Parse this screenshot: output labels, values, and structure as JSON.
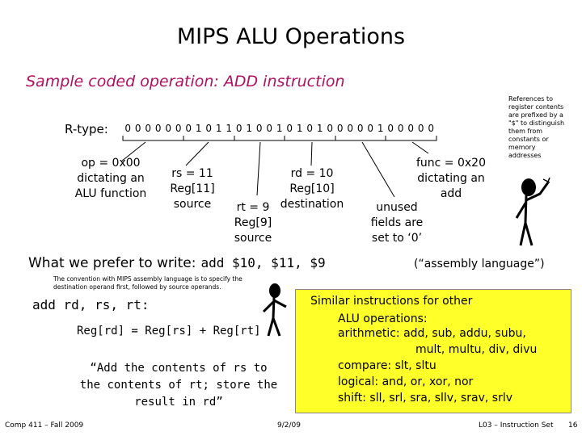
{
  "slide": {
    "title": "MIPS ALU Operations",
    "subtitle": "Sample coded operation:  ADD instruction",
    "ref_note": "References to register contents are prefixed by a \"$\" to distinguish them from constants or memory addresses",
    "rtype_label": "R-type:",
    "bits": [
      "0",
      "0",
      "0",
      "0",
      "0",
      "0",
      "0",
      "1",
      "0",
      "1",
      "1",
      "0",
      "1",
      "0",
      "0",
      "1",
      "0",
      "1",
      "0",
      "1",
      "0",
      "0",
      "0",
      "0",
      "0",
      "1",
      "0",
      "0",
      "0",
      "0",
      "0"
    ],
    "op_label": [
      "op = 0x00",
      "dictating an",
      "ALU function"
    ],
    "rs_label": [
      "rs = 11",
      "Reg[11]",
      "source"
    ],
    "rt_label": [
      "rt = 9",
      "Reg[9]",
      "source"
    ],
    "rd_label": [
      "rd = 10",
      "Reg[10]",
      "destination"
    ],
    "unused_label": [
      "unused",
      "fields are",
      "set to ‘0’"
    ],
    "func_label": [
      "func = 0x20",
      "dictating an",
      "add"
    ],
    "prefer_text": "What we prefer to write:",
    "prefer_code": "add $10, $11, $9",
    "assembly_note": "(“assembly language”)",
    "convention_note": "The convention with MIPS assembly language is to specify the destination operand first, followed by source operands.",
    "add_syntax": "add rd, rs, rt:",
    "reg_equation": "Reg[rd] = Reg[rs] + Reg[rt]",
    "quote": "“Add the contents of rs to the contents of rt; store the result in rd”",
    "similar": {
      "heading1": "Similar instructions for other",
      "heading2": "ALU operations:",
      "arith1": "arithmetic: add, sub, addu, subu,",
      "arith2": "mult, multu, div, divu",
      "compare": "compare: slt, sltu",
      "logical": "logical: and, or, xor, nor",
      "shift": "shift: sll, srl, sra, sllv, srav, srlv"
    },
    "footer": {
      "left": "Comp 411 – Fall 2009",
      "center": "9/2/09",
      "right": "L03 – Instruction Set",
      "page": "16"
    }
  }
}
